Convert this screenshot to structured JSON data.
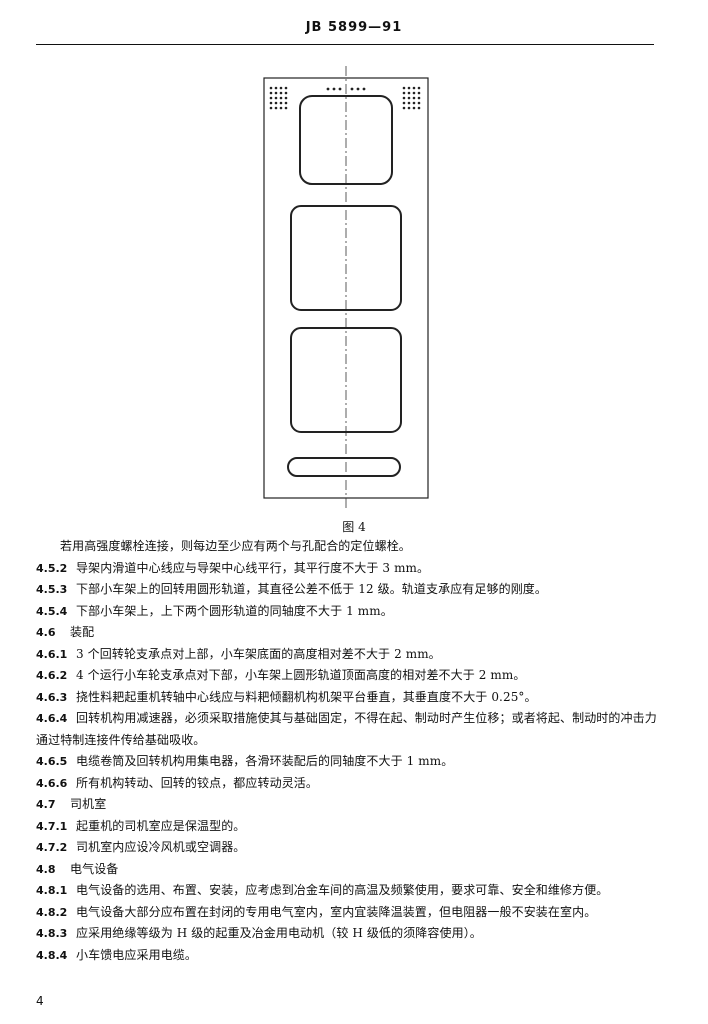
{
  "header": {
    "standard_code": "JB 5899—91"
  },
  "figure": {
    "caption": "图 4"
  },
  "paragraphs": [
    {
      "num": "",
      "text": "若用高强度螺栓连接，则每边至少应有两个与孔配合的定位螺栓。"
    },
    {
      "num": "4.5.2",
      "text": "导架内滑道中心线应与导架中心线平行，其平行度不大于 3 mm。"
    },
    {
      "num": "4.5.3",
      "text": "下部小车架上的回转用圆形轨道，其直径公差不低于 12 级。轨道支承应有足够的刚度。"
    },
    {
      "num": "4.5.4",
      "text": "下部小车架上，上下两个圆形轨道的同轴度不大于 1 mm。"
    },
    {
      "num": "4.6",
      "text": "装配"
    },
    {
      "num": "4.6.1",
      "text": "3 个回转轮支承点对上部，小车架底面的高度相对差不大于 2 mm。"
    },
    {
      "num": "4.6.2",
      "text": "4 个运行小车轮支承点对下部，小车架上圆形轨道顶面高度的相对差不大于 2 mm。"
    },
    {
      "num": "4.6.3",
      "text": "挠性料耙起重机转轴中心线应与料耙倾翻机构机架平台垂直，其垂直度不大于 0.25°。"
    },
    {
      "num": "4.6.4",
      "text": "回转机构用减速器，必须采取措施使其与基础固定，不得在起、制动时产生位移；或者将起、制动时的冲击力通过特制连接件传给基础吸收。"
    },
    {
      "num": "4.6.5",
      "text": "电缆卷筒及回转机构用集电器，各滑环装配后的同轴度不大于 1 mm。"
    },
    {
      "num": "4.6.6",
      "text": "所有机构转动、回转的铰点，都应转动灵活。"
    },
    {
      "num": "4.7",
      "text": "司机室"
    },
    {
      "num": "4.7.1",
      "text": "起重机的司机室应是保温型的。"
    },
    {
      "num": "4.7.2",
      "text": "司机室内应设冷风机或空调器。"
    },
    {
      "num": "4.8",
      "text": "电气设备"
    },
    {
      "num": "4.8.1",
      "text": "电气设备的选用、布置、安装，应考虑到冶金车间的高温及频繁使用，要求可靠、安全和维修方便。"
    },
    {
      "num": "4.8.2",
      "text": "电气设备大部分应布置在封闭的专用电气室内，室内宜装降温装置，但电阻器一般不安装在室内。"
    },
    {
      "num": "4.8.3",
      "text": "应采用绝缘等级为 H 级的起重及冶金用电动机（较 H 级低的须降容使用）。"
    },
    {
      "num": "4.8.4",
      "text": "小车馈电应采用电缆。"
    }
  ],
  "page": {
    "number": "4"
  }
}
